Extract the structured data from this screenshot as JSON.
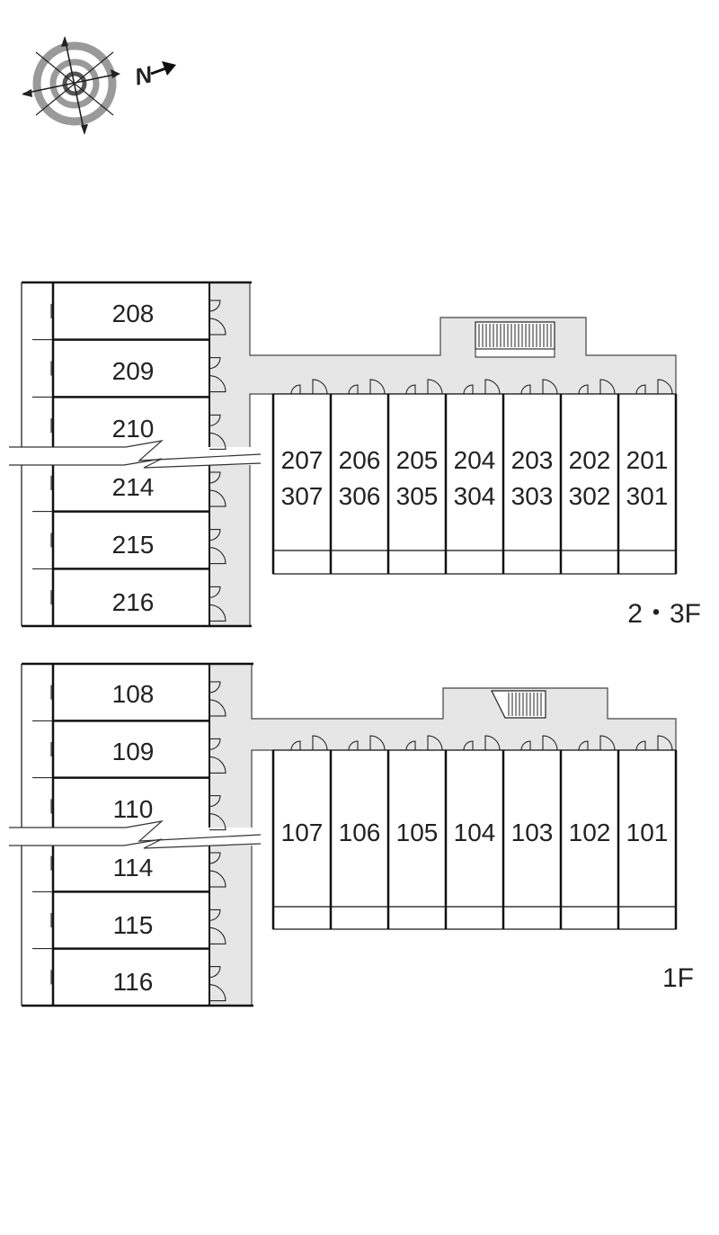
{
  "compass": {
    "north_label": "N"
  },
  "upper_plan": {
    "floor_label": "2・3F",
    "west_units": [
      "208",
      "209",
      "210",
      "214",
      "215",
      "216"
    ],
    "east_units": [
      {
        "top": "207",
        "bottom": "307"
      },
      {
        "top": "206",
        "bottom": "306"
      },
      {
        "top": "205",
        "bottom": "305"
      },
      {
        "top": "204",
        "bottom": "304"
      },
      {
        "top": "203",
        "bottom": "303"
      },
      {
        "top": "202",
        "bottom": "302"
      },
      {
        "top": "201",
        "bottom": "301"
      }
    ]
  },
  "lower_plan": {
    "floor_label": "1F",
    "west_units": [
      "108",
      "109",
      "110",
      "114",
      "115",
      "116"
    ],
    "east_units": [
      "107",
      "106",
      "105",
      "104",
      "103",
      "102",
      "101"
    ]
  },
  "colors": {
    "corridor": "#e6e6e6",
    "line": "#111111",
    "compass_ring": "#9a9a9a"
  }
}
